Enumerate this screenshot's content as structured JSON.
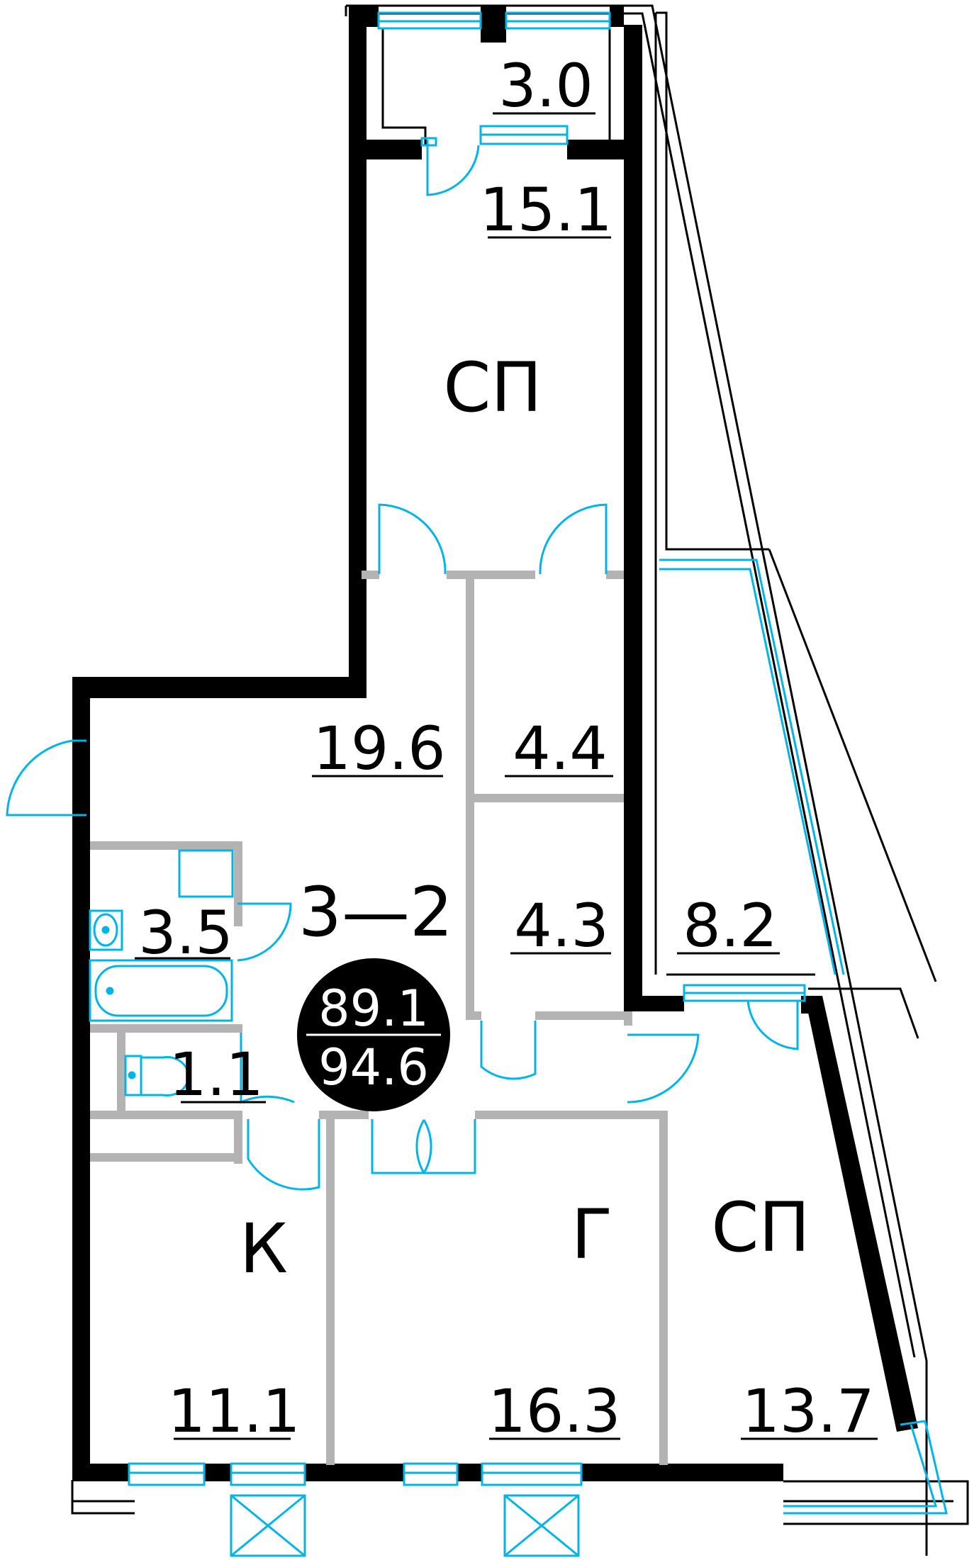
{
  "plan": {
    "apartment_code": "3—2",
    "area_living": "89.1",
    "area_total": "94.6",
    "colors": {
      "wall_bearing": "#000000",
      "partition": "#b3b3b3",
      "door_window": "#00b4e6",
      "outline": "#000000",
      "badge_fill": "#000000",
      "badge_text": "#ffffff"
    },
    "rooms": [
      {
        "id": "balcony-top",
        "area": "3.0",
        "code": ""
      },
      {
        "id": "bedroom-top",
        "area": "15.1",
        "code": "СП"
      },
      {
        "id": "hall",
        "area": "19.6",
        "code": ""
      },
      {
        "id": "closet-upper",
        "area": "4.4",
        "code": ""
      },
      {
        "id": "closet-lower",
        "area": "4.3",
        "code": ""
      },
      {
        "id": "loggia-right",
        "area": "8.2",
        "code": ""
      },
      {
        "id": "bathroom",
        "area": "3.5",
        "code": ""
      },
      {
        "id": "toilet",
        "area": "1.1",
        "code": ""
      },
      {
        "id": "kitchen",
        "area": "11.1",
        "code": "К"
      },
      {
        "id": "living",
        "area": "16.3",
        "code": "Г"
      },
      {
        "id": "bedroom-right",
        "area": "13.7",
        "code": "СП"
      }
    ]
  }
}
